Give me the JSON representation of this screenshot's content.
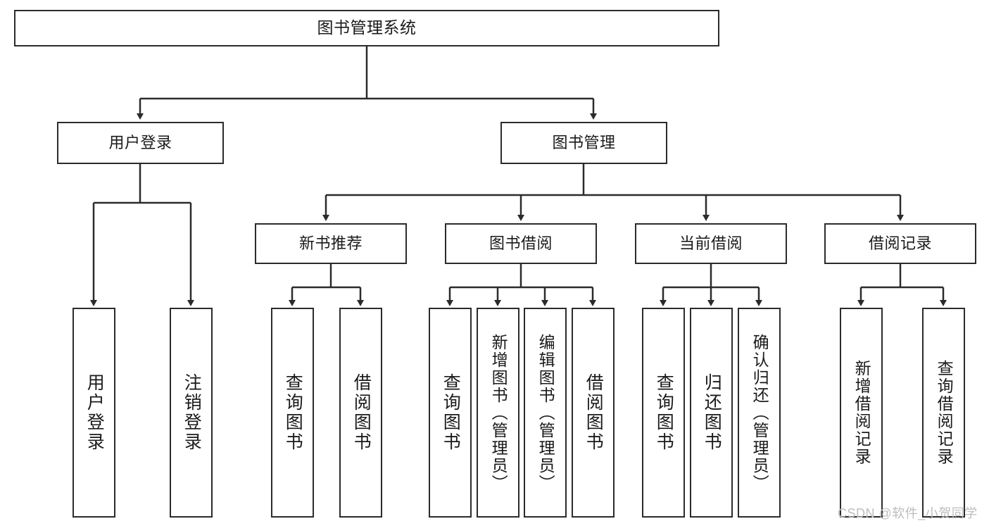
{
  "diagram": {
    "type": "tree-hierarchy",
    "title": "图书管理系统",
    "watermark": "CSDN @软件_小贺同学",
    "colors": {
      "box_border": "#2b2b2b",
      "box_fill": "#ffffff",
      "edge": "#2b2b2b",
      "text": "#1a1a1a",
      "watermark": "#bdbdbd",
      "background": "#ffffff"
    },
    "nodes": {
      "root": {
        "label": "图书管理系统"
      },
      "level2": [
        {
          "id": "user-login",
          "label": "用户登录"
        },
        {
          "id": "book-manage",
          "label": "图书管理"
        }
      ],
      "level3": [
        {
          "id": "new-book-recommend",
          "label": "新书推荐"
        },
        {
          "id": "book-borrow",
          "label": "图书借阅"
        },
        {
          "id": "current-borrow",
          "label": "当前借阅"
        },
        {
          "id": "borrow-record",
          "label": "借阅记录"
        }
      ],
      "leaves": [
        {
          "id": "leaf-user-login",
          "label": "用户登录",
          "parent": "user-login"
        },
        {
          "id": "leaf-user-logout",
          "label": "注销登录",
          "parent": "user-login"
        },
        {
          "id": "leaf-query-book-1",
          "label": "查询图书",
          "parent": "new-book-recommend"
        },
        {
          "id": "leaf-borrow-book-1",
          "label": "借阅图书",
          "parent": "new-book-recommend"
        },
        {
          "id": "leaf-query-book-2",
          "label": "查询图书",
          "parent": "book-borrow"
        },
        {
          "id": "leaf-add-book",
          "label": "新增图书（管理员）",
          "parent": "book-borrow"
        },
        {
          "id": "leaf-edit-book",
          "label": "编辑图书（管理员）",
          "parent": "book-borrow"
        },
        {
          "id": "leaf-borrow-book-2",
          "label": "借阅图书",
          "parent": "book-borrow"
        },
        {
          "id": "leaf-query-book-3",
          "label": "查询图书",
          "parent": "current-borrow"
        },
        {
          "id": "leaf-return-book",
          "label": "归还图书",
          "parent": "current-borrow"
        },
        {
          "id": "leaf-confirm-return",
          "label": "确认归还（管理员）",
          "parent": "current-borrow"
        },
        {
          "id": "leaf-add-record",
          "label": "新增借阅记录",
          "parent": "borrow-record"
        },
        {
          "id": "leaf-query-record",
          "label": "查询借阅记录",
          "parent": "borrow-record"
        }
      ]
    }
  }
}
